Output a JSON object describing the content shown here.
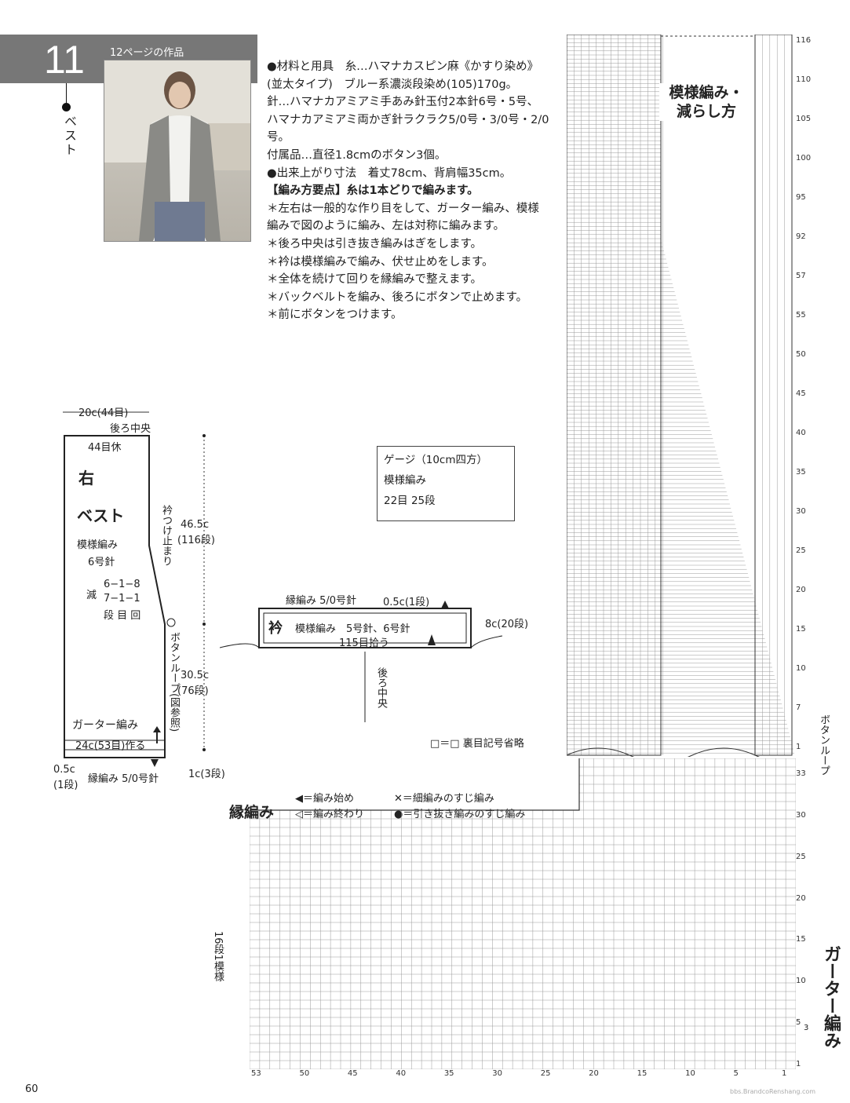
{
  "header": {
    "number": "11",
    "ref": "12ページの作品",
    "category": "ベスト"
  },
  "materials": {
    "lines": [
      "●材料と用具　糸…ハマナカスピン麻《かすり染め》(並太タイプ)　ブルー系濃淡段染め(105)170g。",
      "針…ハマナカアミアミ手あみ針玉付2本針6号・5号、ハマナカアミアミ両かぎ針ラクラク5/0号・3/0号・2/0号。",
      "付属品…直径1.8cmのボタン3個。",
      "●出来上がり寸法　着丈78cm、背肩幅35cm。",
      "【編み方要点】糸は1本どりで編みます。",
      "＊左右は一般的な作り目をして、ガーター編み、模様編みで図のように編み、左は対称に編みます。",
      "＊後ろ中央は引き抜き編みはぎをします。",
      "＊衿は模様編みで編み、伏せ止めをします。",
      "＊全体を続けて回りを縁編みで整えます。",
      "＊バックベルトを編み、後ろにボタンで止めます。",
      "＊前にボタンをつけます。"
    ]
  },
  "gauge": {
    "title": "ゲージ（10cm四方）",
    "pattern": "模様編み",
    "value": "22目 25段"
  },
  "vest_diagram": {
    "top_width": "20c(44目)",
    "back_center": "後ろ中央",
    "rest": "44目休",
    "side": "右",
    "name": "ベスト",
    "pattern": "模様編み",
    "needle": "6号針",
    "decrease_label": "減",
    "dec1": "6−1−8",
    "dec2": "7−1−1",
    "dec_legend": "段 目 回",
    "collar_stop": "衿つけ止まり",
    "height1": "46.5c",
    "height1_rows": "(116段)",
    "button_loop": "ボタンループ(図参照)",
    "height2": "30.5c",
    "height2_rows": "(76段)",
    "garter": "ガーター編み",
    "cast_on": "24c(53目)作る",
    "edge_left": "0.5c",
    "edge_left_rows": "(1段)",
    "edging": "縁編み 5/0号針",
    "bottom_h": "1c(3段)"
  },
  "collar_diagram": {
    "edging": "縁編み 5/0号針",
    "edging_h": "0.5c(1段)",
    "label": "衿",
    "pattern": "模様編み　5号針、6号針",
    "width": "8c(20段)",
    "pickup": "115目拾う",
    "back_center": "後ろ中央"
  },
  "symbol_note": "□＝□ 裏目記号省略",
  "chart_main": {
    "title_line1": "模様編み・",
    "title_line2": "減らし方",
    "row_labels": [
      "116",
      "110",
      "105",
      "100",
      "95",
      "92",
      "57",
      "55",
      "50",
      "45",
      "40",
      "35",
      "30",
      "25",
      "20",
      "15",
      "10",
      "7",
      "1"
    ],
    "button_loop_label": "ボタンループ"
  },
  "chart_lower": {
    "title": "縁編み",
    "legend": [
      "◀＝編み始め",
      "◁＝編み終わり",
      "✕＝細編みのすじ編み",
      "●＝引き抜き編みのすじ編み"
    ],
    "row_labels": [
      "33",
      "30",
      "25",
      "20",
      "15",
      "10",
      "5",
      "1"
    ],
    "col_labels": [
      "53",
      "50",
      "45",
      "40",
      "35",
      "30",
      "25",
      "20",
      "15",
      "10",
      "5",
      "1"
    ],
    "repeat_label": "16段1模様",
    "garter_label": "ガーター編み",
    "garter_rows": "3"
  },
  "page_number": "60",
  "watermark": "bbs.BrandcoRenshang.com"
}
